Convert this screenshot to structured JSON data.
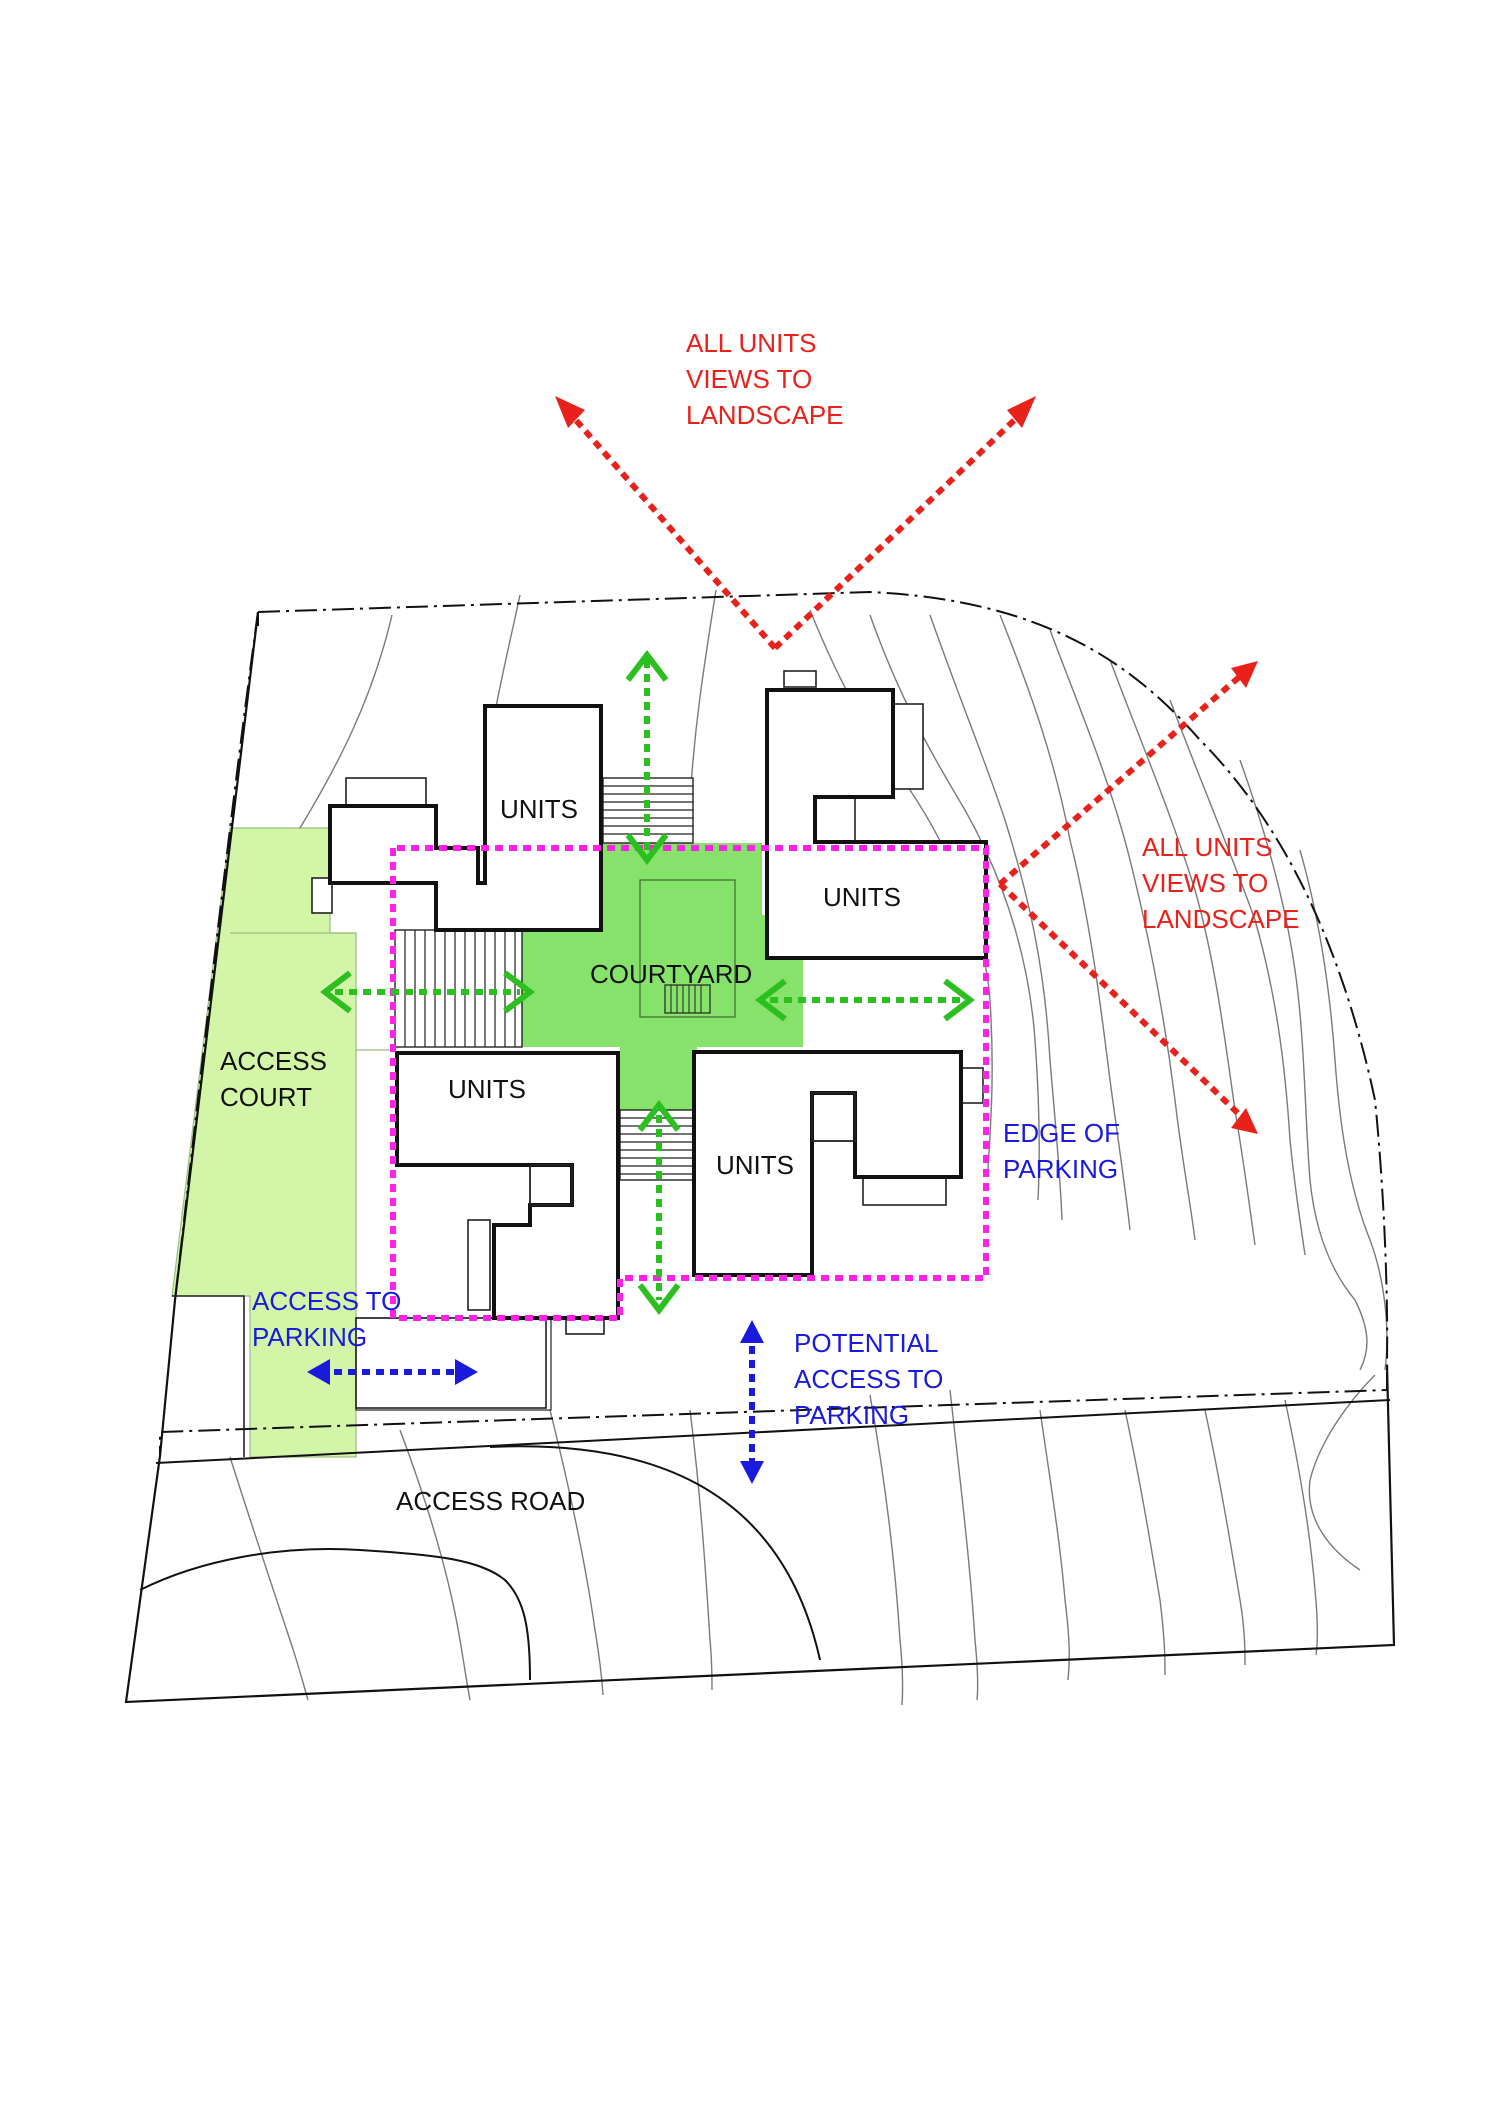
{
  "labels": {
    "views_top": [
      "ALL UNITS",
      "VIEWS TO",
      "LANDSCAPE"
    ],
    "views_right": [
      "ALL UNITS",
      "VIEWS TO",
      "LANDSCAPE"
    ],
    "units": "UNITS",
    "courtyard": "COURTYARD",
    "access_court": [
      "ACCESS",
      "COURT"
    ],
    "edge_of_parking": [
      "EDGE OF",
      "PARKING"
    ],
    "access_to_parking": [
      "ACCESS TO",
      "PARKING"
    ],
    "potential_access": [
      "POTENTIAL",
      "ACCESS TO",
      "PARKING"
    ],
    "access_road": "ACCESS ROAD"
  },
  "colors": {
    "views_arrows": "#e8211b",
    "circulation_arrows": "#2bbf1f",
    "parking_arrows": "#1a1adc",
    "parking_edge": "#ff22e6",
    "courtyard_fill": "#86e26a",
    "access_court_fill": "#d3f5a8"
  }
}
